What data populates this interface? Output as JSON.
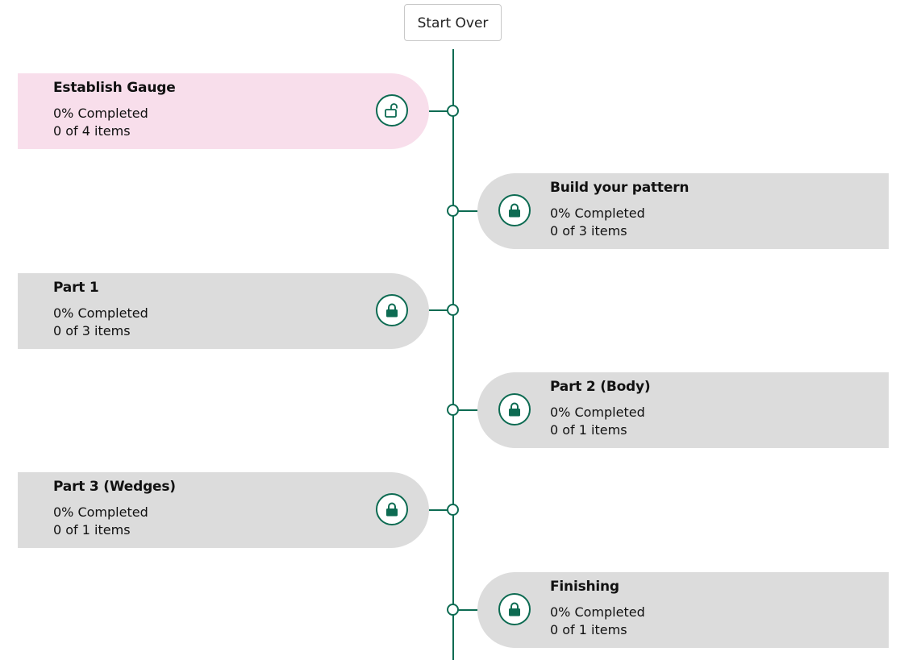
{
  "start_over": {
    "label": "Start Over"
  },
  "colors": {
    "accent": "#0d6b52",
    "card_default": "#dcdcdc",
    "card_active": "#f8deeb"
  },
  "steps": [
    {
      "title": "Establish Gauge",
      "percent": "0% Completed",
      "items": "0 of 4 items",
      "state": "unlocked",
      "side": "left",
      "icon": "unlock-icon"
    },
    {
      "title": "Build your pattern",
      "percent": "0% Completed",
      "items": "0 of 3 items",
      "state": "locked",
      "side": "right",
      "icon": "lock-icon"
    },
    {
      "title": "Part 1",
      "percent": "0% Completed",
      "items": "0 of 3 items",
      "state": "locked",
      "side": "left",
      "icon": "lock-icon"
    },
    {
      "title": "Part 2 (Body)",
      "percent": "0% Completed",
      "items": "0 of 1 items",
      "state": "locked",
      "side": "right",
      "icon": "lock-icon"
    },
    {
      "title": "Part 3 (Wedges)",
      "percent": "0% Completed",
      "items": "0 of 1 items",
      "state": "locked",
      "side": "left",
      "icon": "lock-icon"
    },
    {
      "title": "Finishing",
      "percent": "0% Completed",
      "items": "0 of 1 items",
      "state": "locked",
      "side": "right",
      "icon": "lock-icon"
    }
  ]
}
